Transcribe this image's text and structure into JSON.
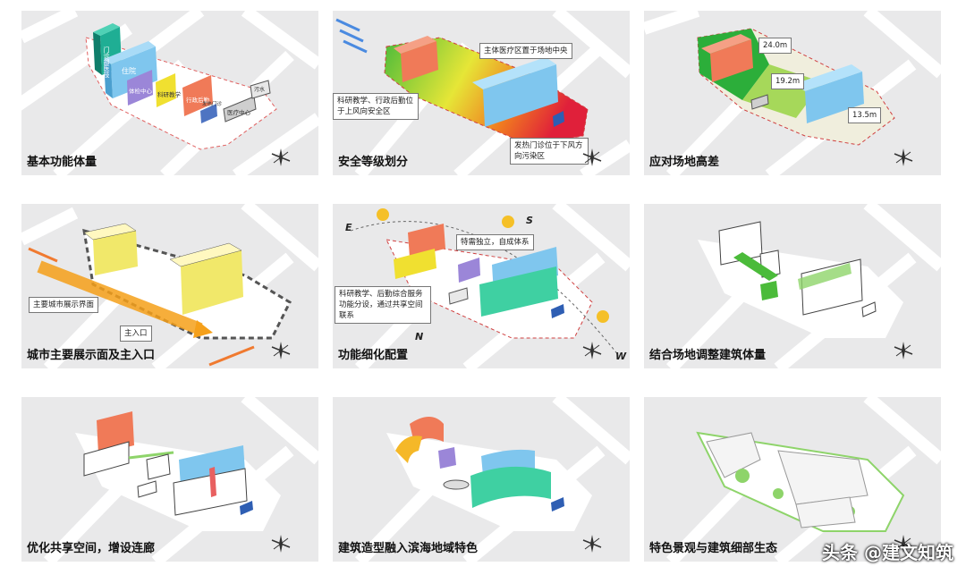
{
  "panels": [
    {
      "caption": "基本功能体量"
    },
    {
      "caption": "安全等级划分"
    },
    {
      "caption": "应对场地高差"
    },
    {
      "caption": "城市主要展示面及主入口"
    },
    {
      "caption": "功能细化配置"
    },
    {
      "caption": "结合场地调整建筑体量"
    },
    {
      "caption": "优化共享空间，增设连廊"
    },
    {
      "caption": "建筑造型融入滨海地域特色"
    },
    {
      "caption": "特色景观与建筑细部生态"
    }
  ],
  "p1": {
    "blocks": [
      "门诊部医技",
      "住院",
      "体检中心",
      "科研教学",
      "行政后勤",
      "发热门诊",
      "医疗中心",
      "污水"
    ]
  },
  "p2": {
    "callout_center": "主体医疗区置于场地中央",
    "callout_left": "科研教学、行政后勤位于上风向安全区",
    "callout_right": "发热门诊位于下风方向污染区"
  },
  "p3": {
    "levels": [
      "24.0m",
      "19.2m",
      "13.5m"
    ]
  },
  "p4": {
    "callout_face": "主要城市展示界面",
    "callout_entry": "主入口"
  },
  "p5": {
    "callout_top": "特需独立，自成体系",
    "callout_left": "科研教学、后勤综合服务功能分设，通过共享空间联系",
    "dir_e": "E",
    "dir_s": "S",
    "dir_n": "N",
    "dir_w": "W"
  },
  "watermark": "头条 @建文知筑"
}
